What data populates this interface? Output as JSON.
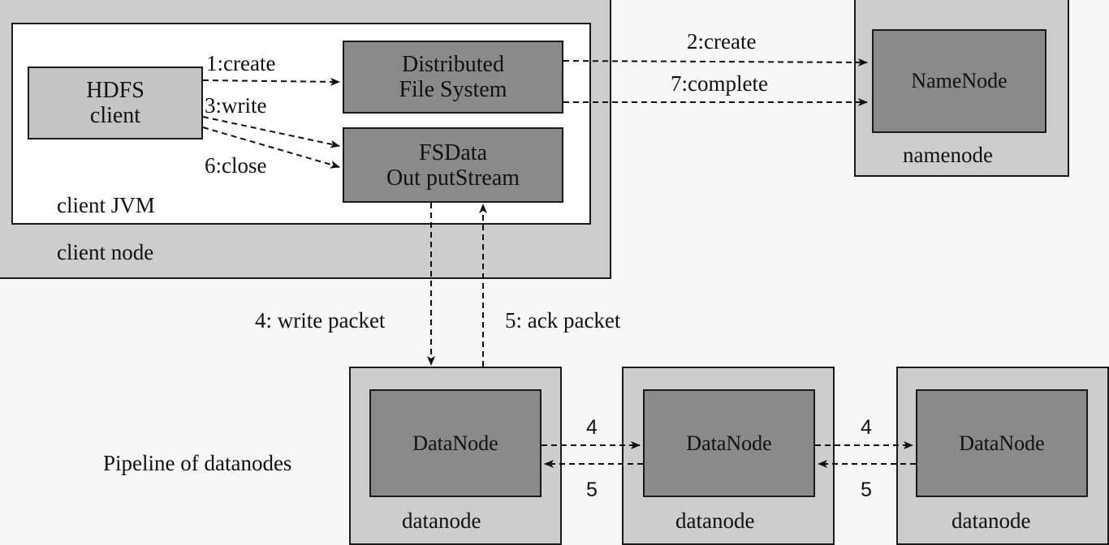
{
  "client": {
    "node_label": "client node",
    "jvm_label": "client JVM",
    "hdfs_client": "HDFS\nclient",
    "dfs": "Distributed\nFile System",
    "fsdata": "FSData\nOut putStream"
  },
  "calls": {
    "create1": "1:create",
    "write3": "3:write",
    "close6": "6:close",
    "create2": "2:create",
    "complete7": "7:complete",
    "write_packet": "4: write packet",
    "ack_packet": "5: ack packet"
  },
  "namenode": {
    "inner": "NameNode",
    "outer": "namenode"
  },
  "pipeline_label": "Pipeline of datanodes",
  "datanodes": [
    {
      "inner": "DataNode",
      "outer": "datanode"
    },
    {
      "inner": "DataNode",
      "outer": "datanode"
    },
    {
      "inner": "DataNode",
      "outer": "datanode"
    }
  ],
  "pipeline_arrows": {
    "fwd1": "4",
    "back1": "5",
    "fwd2": "4",
    "back2": "5"
  }
}
